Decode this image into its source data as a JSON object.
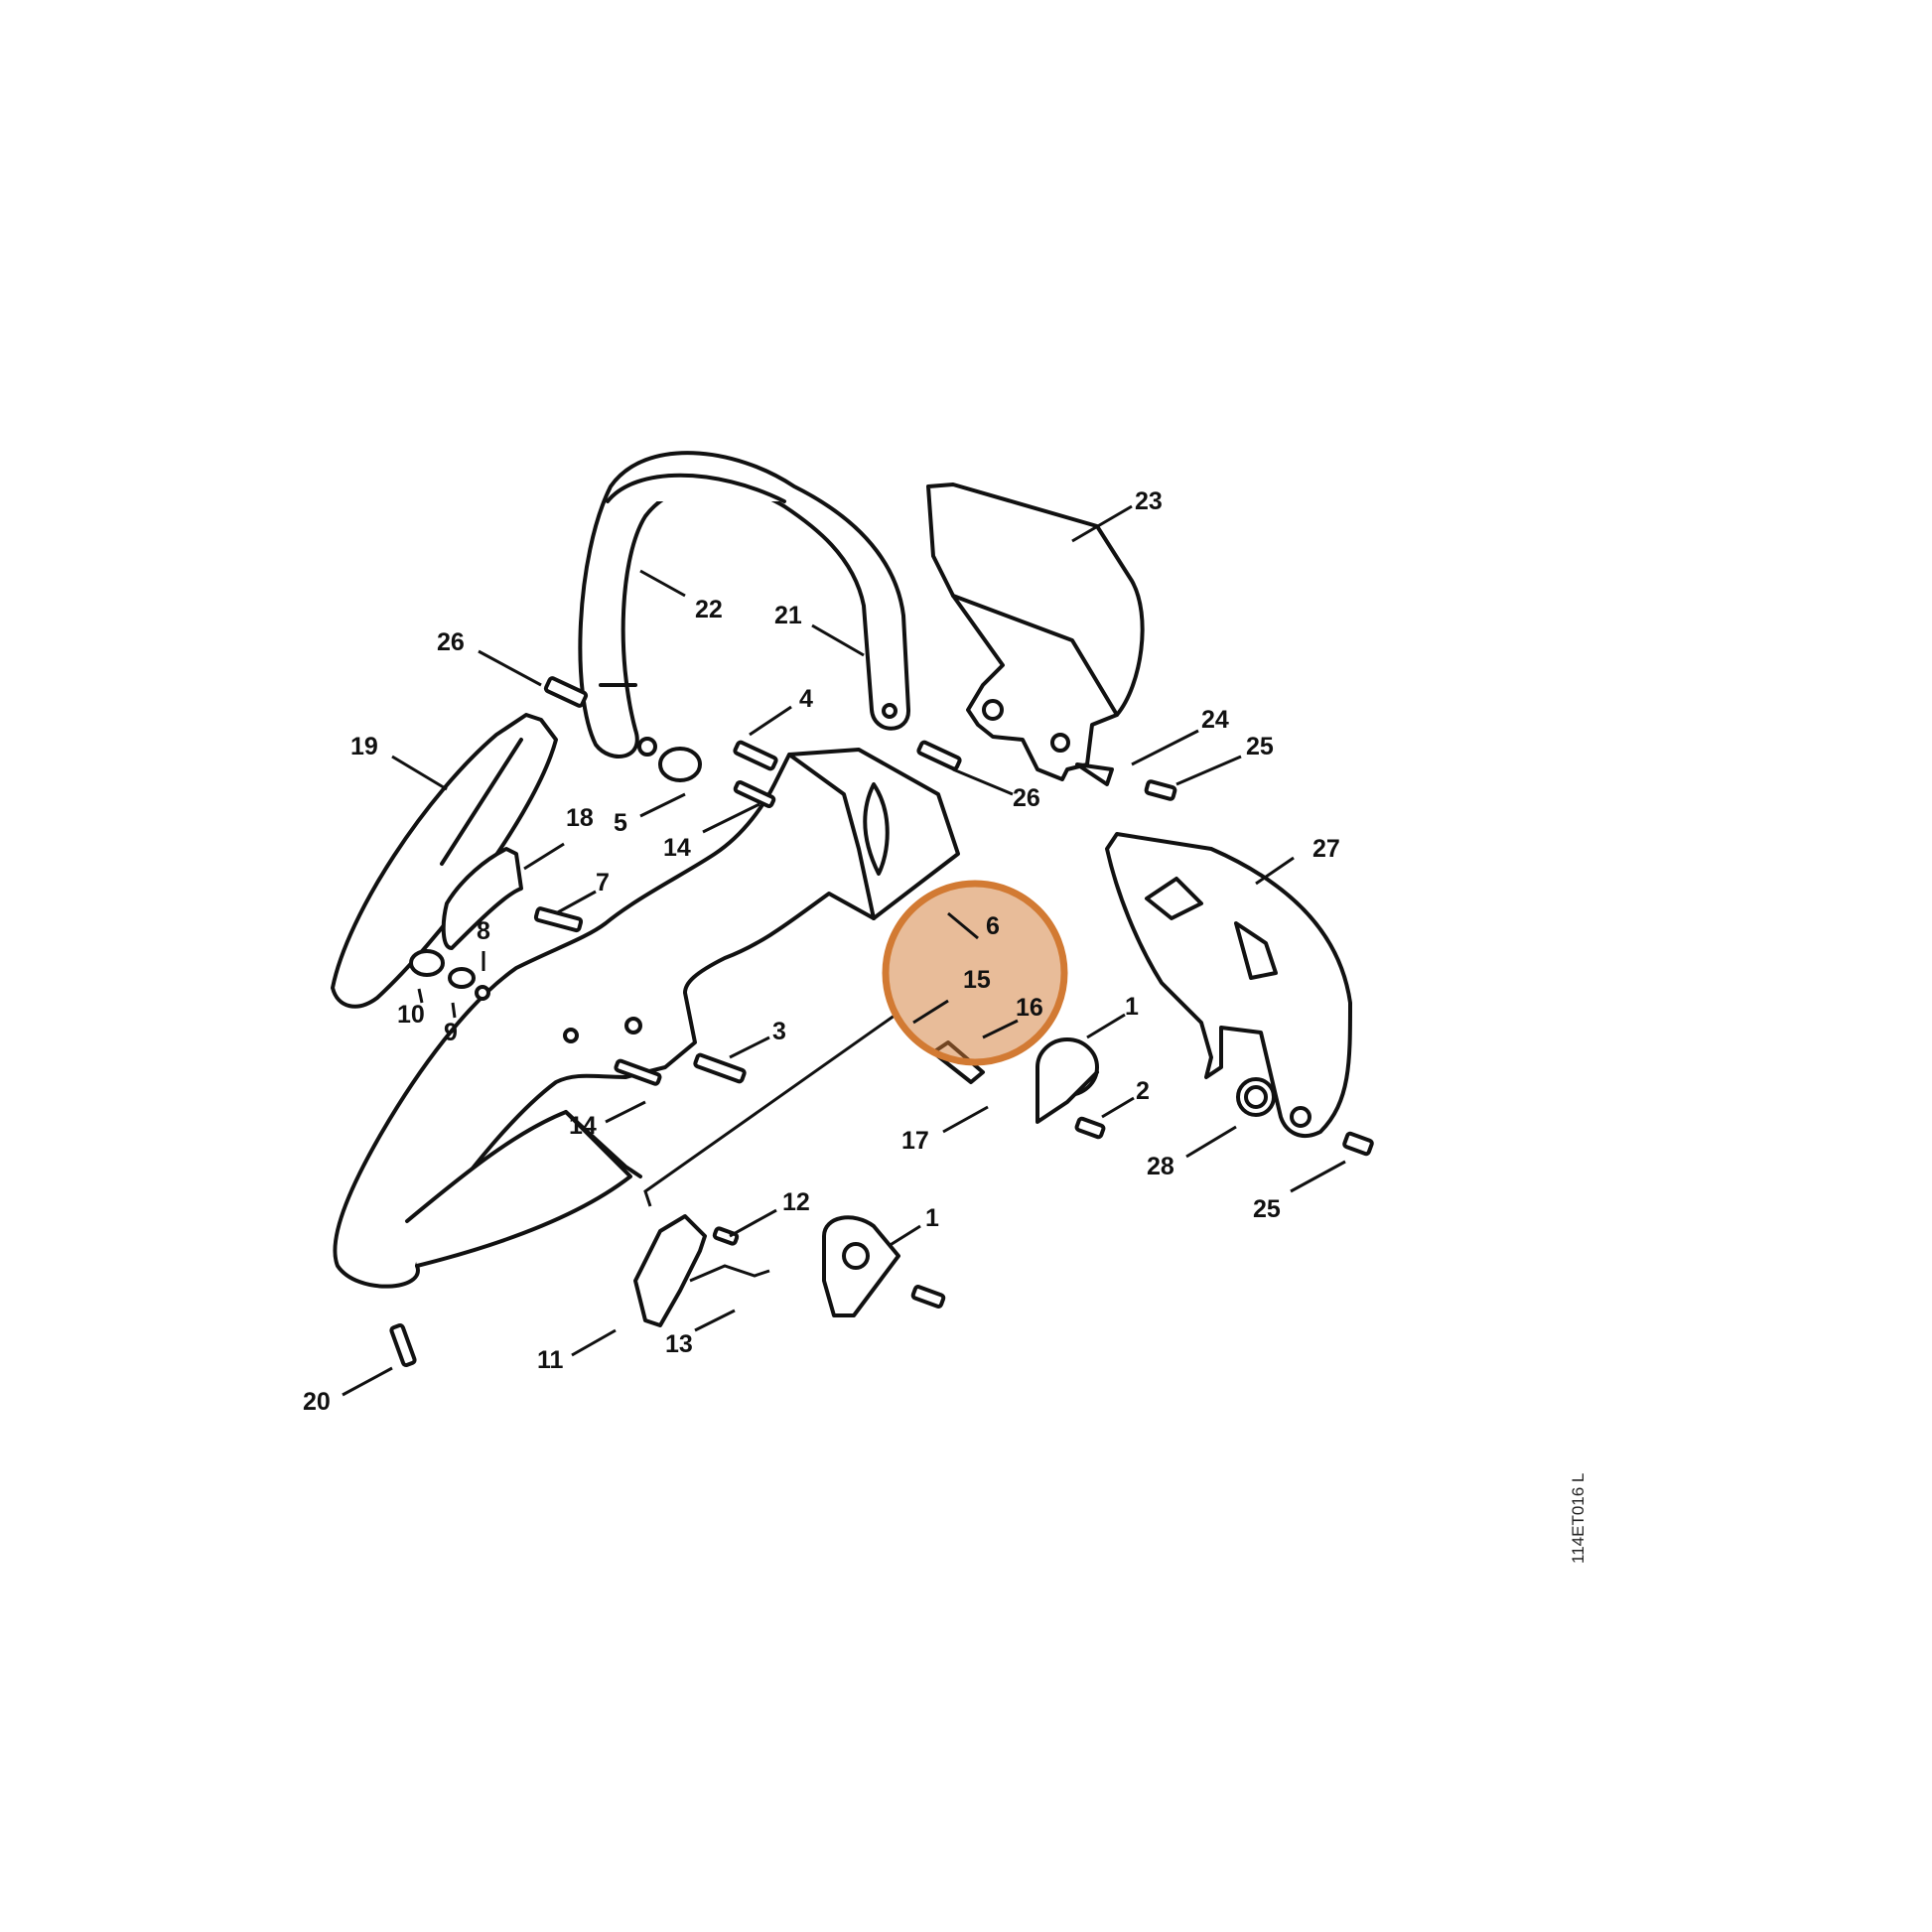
{
  "drawing_code": "114ET016 L",
  "highlight_color": "#d27a33",
  "callouts": {
    "c23": "23",
    "c22": "22",
    "c21": "21",
    "c26a": "26",
    "c4": "4",
    "c19": "19",
    "c24": "24",
    "c25a": "25",
    "c26b": "26",
    "c5": "5",
    "c14a": "14",
    "c18": "18",
    "c27": "27",
    "c7": "7",
    "c6": "6",
    "c8": "8",
    "c15": "15",
    "c16": "16",
    "c1a": "1",
    "c10": "10",
    "c9": "9",
    "c3": "3",
    "c2": "2",
    "c14b": "14",
    "c17": "17",
    "c28": "28",
    "c25b": "25",
    "c12": "12",
    "c1b": "1",
    "c13": "13",
    "c11": "11",
    "c20": "20"
  }
}
